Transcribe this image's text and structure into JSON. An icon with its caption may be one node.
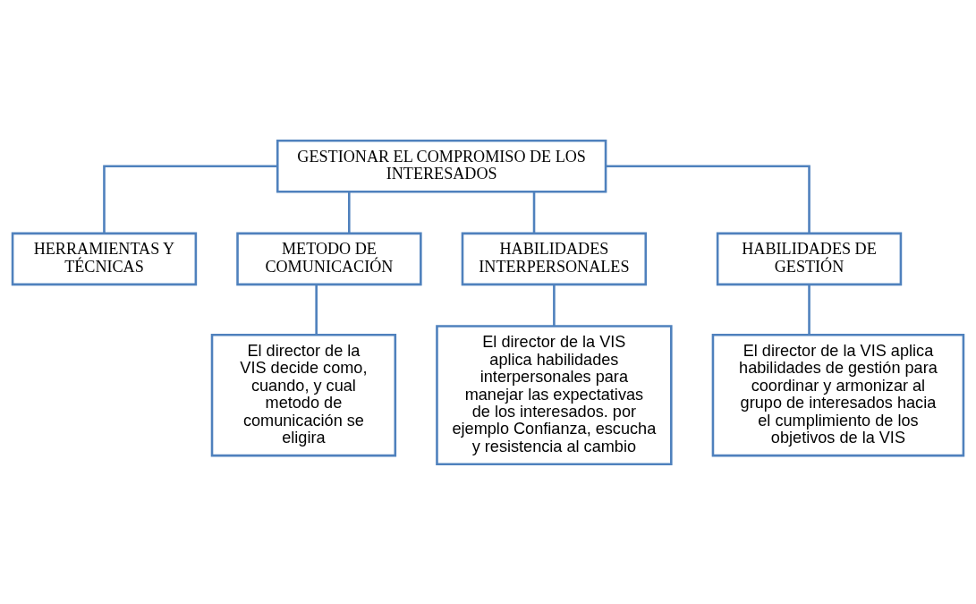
{
  "diagram": {
    "nodes": [
      {
        "text": [
          "GESTIONAR EL COMPROMISO DE LOS INTERESADOS"
        ]
      },
      {
        "text": [
          "HERRAMIENTAS Y TÉCNICAS"
        ]
      },
      {
        "text": [
          "METODO DE COMUNICACIÓN"
        ]
      },
      {
        "text": [
          "HABILIDADES INTERPERSONALES"
        ]
      },
      {
        "text": [
          "HABILIDADES DE GESTIÓN"
        ]
      },
      {
        "text": [
          "El director de la VIS decide como, cuando, y cual metodo de comunicación se eligira"
        ]
      },
      {
        "text": [
          "El director de la VIS aplica habilidades interpersonales para manejar las expectativas de los interesados. por ejemplo Confianza, escucha y resistencia al cambio"
        ]
      },
      {
        "text": [
          "El director de la VIS aplica habilidades de gestión para coordinar y armonizar al grupo de interesados hacia el cumplimiento de los objetivos de la VIS"
        ]
      }
    ],
    "edges": [
      {
        "from": 0,
        "to": 1,
        "arrow": "none"
      },
      {
        "from": 0,
        "to": 2,
        "arrow": "none"
      },
      {
        "from": 0,
        "to": 3,
        "arrow": "none"
      },
      {
        "from": 0,
        "to": 4,
        "arrow": "none"
      },
      {
        "from": 2,
        "to": 5,
        "arrow": "none"
      },
      {
        "from": 3,
        "to": 6,
        "arrow": "none"
      },
      {
        "from": 4,
        "to": 7,
        "arrow": "none"
      }
    ]
  }
}
